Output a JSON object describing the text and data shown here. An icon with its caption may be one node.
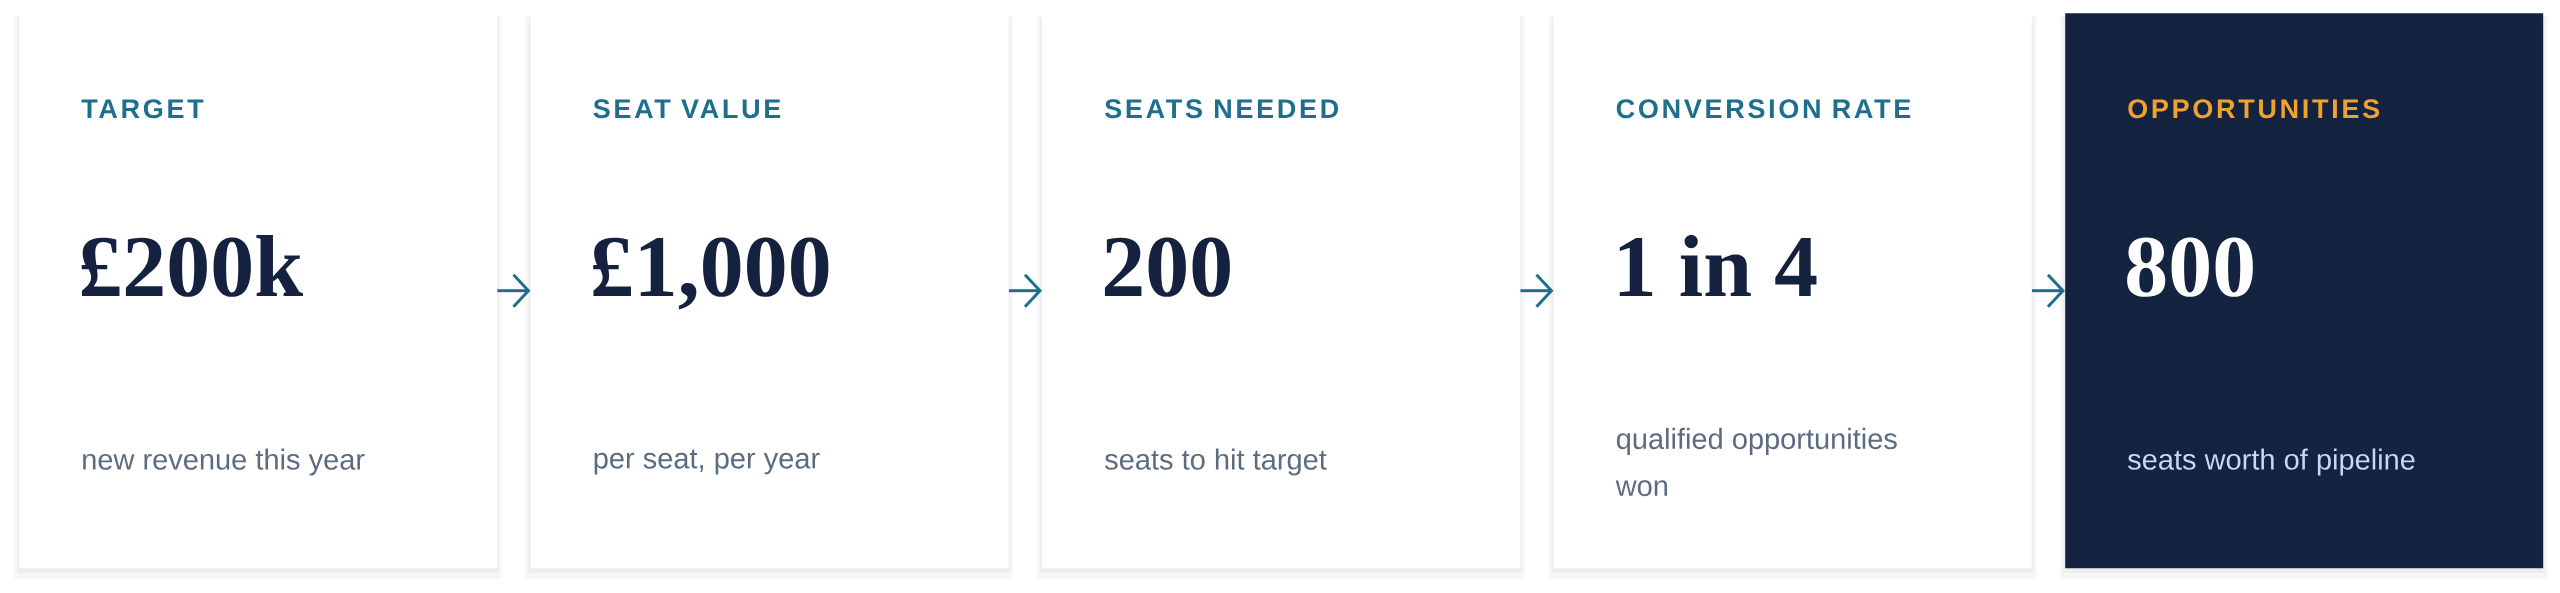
{
  "diagram": {
    "nodes": [
      {
        "text": [
          "TARGET",
          "£200k",
          "new revenue this year"
        ]
      },
      {
        "text": [
          "SEAT VALUE",
          "£1,000",
          "per seat, per year"
        ]
      },
      {
        "text": [
          "SEATS NEEDED",
          "200",
          "seats to hit target"
        ]
      },
      {
        "text": [
          "CONVERSION RATE",
          "1 in 4",
          "qualified opportunities won"
        ]
      },
      {
        "text": [
          "OPPORTUNITIES",
          "800",
          "seats worth of pipeline"
        ]
      }
    ],
    "edges": [
      {
        "from": 0,
        "to": 1,
        "arrow": "to"
      },
      {
        "from": 1,
        "to": 2,
        "arrow": "to"
      },
      {
        "from": 2,
        "to": 3,
        "arrow": "to"
      },
      {
        "from": 3,
        "to": 4,
        "arrow": "to"
      }
    ]
  }
}
